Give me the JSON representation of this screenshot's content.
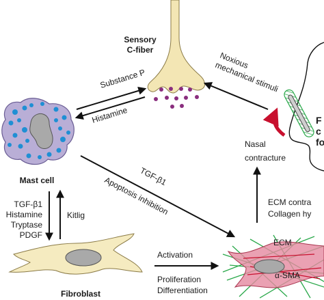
{
  "nodes": {
    "sensory": {
      "line1": "Sensory",
      "line2": "C-fiber"
    },
    "mast_cell": {
      "label": "Mast cell"
    },
    "fibroblast": {
      "label": "Fibroblast"
    },
    "myofibroblast": {
      "ecm": "ECM",
      "asma": "α-SMA"
    },
    "nose": {
      "cut_line1": "F",
      "cut_line2": "c",
      "cut_line3": "fo"
    }
  },
  "edges": {
    "substance_p": "Substance P",
    "histamine": "Histamine",
    "noxious_line1": "Noxious",
    "noxious_line2": "mechanical stimuli",
    "nasal_line1": "Nasal",
    "nasal_line2": "contracture",
    "tgf_b1": "TGF-β1",
    "apoptosis": "Apoptosis inhibition",
    "mast_to_fibro": [
      "TGF-β1",
      "Histamine",
      "Tryptase",
      "PDGF"
    ],
    "kitlig": "Kitlig",
    "activation": "Activation",
    "proliferation": "Proliferation",
    "differentiation": "Differentiation",
    "ecm_line1": "ECM contra",
    "ecm_line2": "Collagen hy"
  },
  "colors": {
    "nerve": "#f3e6b4",
    "nerve_dots": "#8a2e7e",
    "mast_body": "#b9aed6",
    "mast_granules": "#1f8fd4",
    "nucleus": "#a9a9a9",
    "fibroblast": "#f5ebc0",
    "myofibroblast": "#e58aa0",
    "actin": "#2aa84a",
    "contracture_arrow": "#c8102e"
  }
}
